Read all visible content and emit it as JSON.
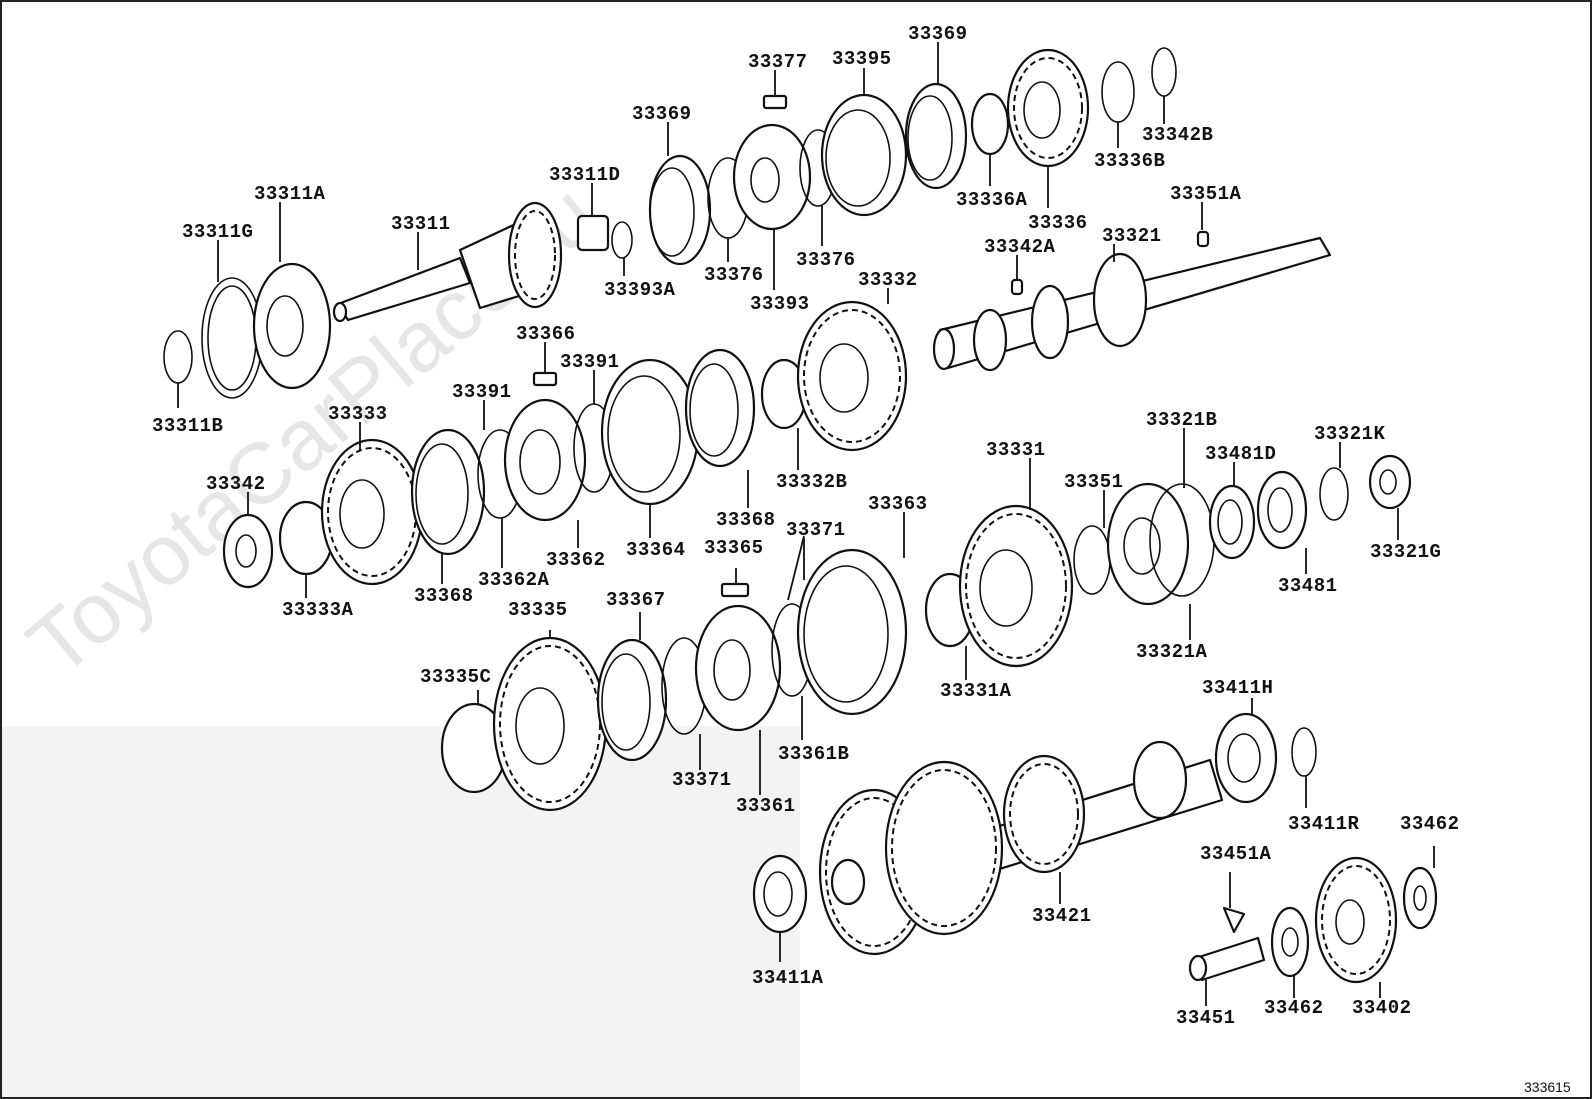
{
  "diagram": {
    "watermark": "ToyotaCarPlace.ru",
    "figure_number": "333615",
    "labels": [
      {
        "id": "l1",
        "text": "33377"
      },
      {
        "id": "l2",
        "text": "33395"
      },
      {
        "id": "l3",
        "text": "33369"
      },
      {
        "id": "l4",
        "text": "33369"
      },
      {
        "id": "l5",
        "text": "33311D"
      },
      {
        "id": "l6",
        "text": "33342B"
      },
      {
        "id": "l7",
        "text": "33336B"
      },
      {
        "id": "l8",
        "text": "33336A"
      },
      {
        "id": "l9",
        "text": "33336"
      },
      {
        "id": "l10",
        "text": "33351A"
      },
      {
        "id": "l11",
        "text": "33311A"
      },
      {
        "id": "l12",
        "text": "33311G"
      },
      {
        "id": "l13",
        "text": "33311"
      },
      {
        "id": "l14",
        "text": "33376"
      },
      {
        "id": "l15",
        "text": "33376"
      },
      {
        "id": "l16",
        "text": "33393A"
      },
      {
        "id": "l17",
        "text": "33393"
      },
      {
        "id": "l18",
        "text": "33342A"
      },
      {
        "id": "l19",
        "text": "33321"
      },
      {
        "id": "l20",
        "text": "33332"
      },
      {
        "id": "l21",
        "text": "33366"
      },
      {
        "id": "l22",
        "text": "33391"
      },
      {
        "id": "l23",
        "text": "33391"
      },
      {
        "id": "l24",
        "text": "33311B"
      },
      {
        "id": "l25",
        "text": "33333"
      },
      {
        "id": "l26",
        "text": "33342"
      },
      {
        "id": "l27",
        "text": "33321B"
      },
      {
        "id": "l28",
        "text": "33321K"
      },
      {
        "id": "l29",
        "text": "33481D"
      },
      {
        "id": "l30",
        "text": "33331"
      },
      {
        "id": "l31",
        "text": "33351"
      },
      {
        "id": "l32",
        "text": "33332B"
      },
      {
        "id": "l33",
        "text": "33363"
      },
      {
        "id": "l34",
        "text": "33368"
      },
      {
        "id": "l35",
        "text": "33371"
      },
      {
        "id": "l36",
        "text": "33362"
      },
      {
        "id": "l37",
        "text": "33364"
      },
      {
        "id": "l38",
        "text": "33365"
      },
      {
        "id": "l39",
        "text": "33362A"
      },
      {
        "id": "l40",
        "text": "33368"
      },
      {
        "id": "l41",
        "text": "33333A"
      },
      {
        "id": "l42",
        "text": "33321G"
      },
      {
        "id": "l43",
        "text": "33481"
      },
      {
        "id": "l44",
        "text": "33335"
      },
      {
        "id": "l45",
        "text": "33367"
      },
      {
        "id": "l46",
        "text": "33321A"
      },
      {
        "id": "l47",
        "text": "33335C"
      },
      {
        "id": "l48",
        "text": "33331A"
      },
      {
        "id": "l49",
        "text": "33411H"
      },
      {
        "id": "l50",
        "text": "33361B"
      },
      {
        "id": "l51",
        "text": "33371"
      },
      {
        "id": "l52",
        "text": "33361"
      },
      {
        "id": "l53",
        "text": "33411R"
      },
      {
        "id": "l54",
        "text": "33462"
      },
      {
        "id": "l55",
        "text": "33451A"
      },
      {
        "id": "l56",
        "text": "33421"
      },
      {
        "id": "l57",
        "text": "33411A"
      },
      {
        "id": "l58",
        "text": "33462"
      },
      {
        "id": "l59",
        "text": "33402"
      },
      {
        "id": "l60",
        "text": "33451"
      }
    ]
  }
}
